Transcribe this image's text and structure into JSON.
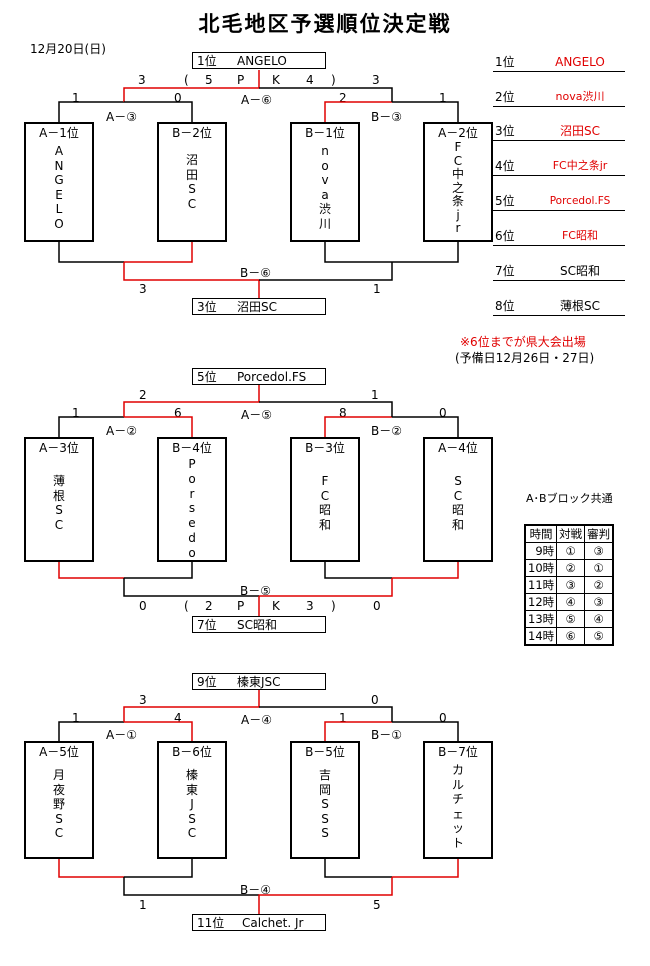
{
  "title": "北毛地区予選順位決定戦",
  "date": "12月20日(日)",
  "note": {
    "line1": "※6位までが県大会出場",
    "line2": "(予備日12月26日・27日)"
  },
  "brackets": [
    {
      "top_rank": {
        "place": "1位",
        "name": "ANGELO"
      },
      "bottom_rank": {
        "place": "3位",
        "name": "沼田SC"
      },
      "final_label": "A－⑥",
      "final_scores": [
        "3",
        "3"
      ],
      "pk": {
        "open": "(",
        "left": "5",
        "p": "P",
        "k": "K",
        "right": "4",
        "close": ")"
      },
      "bottom_pk": null,
      "third_label": "B－⑥",
      "third_scores": [
        "3",
        "1"
      ],
      "semi_left_label": "A－③",
      "semi_right_label": "B－③",
      "semi_scores": [
        "1",
        "0",
        "2",
        "1"
      ],
      "teams": [
        {
          "seed": "A－1位",
          "name": [
            "A",
            "N",
            "G",
            "E",
            "L",
            "O"
          ]
        },
        {
          "seed": "B－2位",
          "name": [
            "沼",
            "田",
            "S",
            "C"
          ]
        },
        {
          "seed": "B－1位",
          "name": [
            "n",
            "o",
            "v",
            "a",
            "渋",
            "川"
          ]
        },
        {
          "seed": "A－2位",
          "name": [
            "F",
            "C",
            "中",
            "之",
            "条",
            "j",
            "r"
          ]
        }
      ]
    },
    {
      "top_rank": {
        "place": "5位",
        "name": "Porcedol.FS"
      },
      "bottom_rank": {
        "place": "7位",
        "name": "SC昭和"
      },
      "final_label": "A－⑤",
      "final_scores": [
        "2",
        "1"
      ],
      "pk": null,
      "bottom_pk": {
        "open": "(",
        "left": "2",
        "p": "P",
        "k": "K",
        "right": "3",
        "close": ")"
      },
      "third_label": "B－⑤",
      "third_scores": [
        "0",
        "0"
      ],
      "semi_left_label": "A－②",
      "semi_right_label": "B－②",
      "semi_scores": [
        "1",
        "6",
        "8",
        "0"
      ],
      "teams": [
        {
          "seed": "A－3位",
          "name": [
            "薄",
            "根",
            "S",
            "C"
          ]
        },
        {
          "seed": "B－4位",
          "name": [
            "P",
            "o",
            "r",
            "s",
            "e",
            "d",
            "o"
          ]
        },
        {
          "seed": "B－3位",
          "name": [
            "F",
            "C",
            "昭",
            "和"
          ]
        },
        {
          "seed": "A－4位",
          "name": [
            "S",
            "C",
            "昭",
            "和"
          ]
        }
      ]
    },
    {
      "top_rank": {
        "place": "9位",
        "name": "榛東JSC"
      },
      "bottom_rank": {
        "place": "11位",
        "name": "Calchet. Jr"
      },
      "final_label": "A－④",
      "final_scores": [
        "3",
        "0"
      ],
      "pk": null,
      "bottom_pk": null,
      "third_label": "B－④",
      "third_scores": [
        "1",
        "5"
      ],
      "semi_left_label": "A－①",
      "semi_right_label": "B－①",
      "semi_scores": [
        "1",
        "4",
        "1",
        "0"
      ],
      "teams": [
        {
          "seed": "A－5位",
          "name": [
            "月",
            "夜",
            "野",
            "S",
            "C"
          ]
        },
        {
          "seed": "B－6位",
          "name": [
            "榛",
            "東",
            "J",
            "S",
            "C"
          ]
        },
        {
          "seed": "B－5位",
          "name": [
            "吉",
            "岡",
            "S",
            "S",
            "S"
          ]
        },
        {
          "seed": "B－7位",
          "name": [
            "カ",
            "ル",
            "チ",
            "ェ",
            "ッ",
            "ト"
          ]
        }
      ]
    }
  ],
  "rankings": [
    {
      "place": "1位",
      "name": "ANGELO"
    },
    {
      "place": "2位",
      "name": "nova渋川"
    },
    {
      "place": "3位",
      "name": "沼田SC"
    },
    {
      "place": "4位",
      "name": "FC中之条jr"
    },
    {
      "place": "5位",
      "name": "Porcedol.FS"
    },
    {
      "place": "6位",
      "name": "FC昭和"
    },
    {
      "place": "7位",
      "name": "SC昭和"
    },
    {
      "place": "8位",
      "name": "薄根SC"
    }
  ],
  "schedule": {
    "caption": "A･Bブロック共通",
    "headers": [
      "時間",
      "対戦",
      "審判"
    ],
    "rows": [
      [
        "9時",
        "①",
        "③"
      ],
      [
        "10時",
        "②",
        "①"
      ],
      [
        "11時",
        "③",
        "②"
      ],
      [
        "12時",
        "④",
        "③"
      ],
      [
        "13時",
        "⑤",
        "④"
      ],
      [
        "14時",
        "⑥",
        "⑤"
      ]
    ]
  },
  "colors": {
    "winner_line": "#e00000",
    "line": "#000000",
    "rank_red": "#e00000"
  }
}
